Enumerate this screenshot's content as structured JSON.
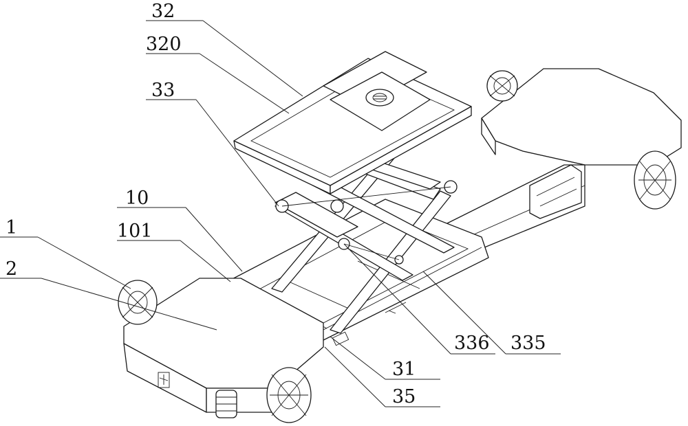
{
  "figure": {
    "labels": {
      "l32": "32",
      "l320": "320",
      "l33": "33",
      "l10": "10",
      "l101": "101",
      "l1": "1",
      "l2": "2",
      "l336": "336",
      "l335": "335",
      "l31": "31",
      "l35": "35"
    }
  }
}
